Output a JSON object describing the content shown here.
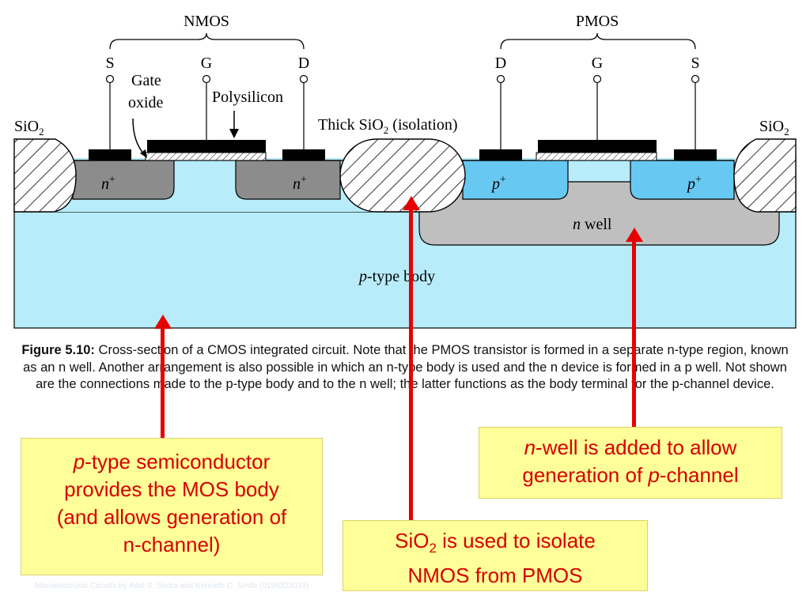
{
  "diagram": {
    "nmos_label": "NMOS",
    "pmos_label": "PMOS",
    "nmos_terminals": [
      "S",
      "G",
      "D"
    ],
    "pmos_terminals": [
      "D",
      "G",
      "S"
    ],
    "gate_oxide_line1": "Gate",
    "gate_oxide_line2": "oxide",
    "polysilicon_label": "Polysilicon",
    "sio2_left": "SiO",
    "sio2_right": "SiO",
    "sio2_subscript": "2",
    "thick_sio2_prefix": "Thick SiO",
    "thick_sio2_suffix": " (isolation)",
    "n_plus": "n",
    "p_plus": "p",
    "plus": "+",
    "n_well_n": "n",
    "n_well_rest": " well",
    "p_body_p": "p",
    "p_body_rest": "-type body",
    "colors": {
      "p_body": "#b8ecfa",
      "n_well": "#bfbfbf",
      "n_plus": "#8c8c8c",
      "p_plus": "#67c8f2",
      "metal": "#000000",
      "arrow": "#e60000",
      "callout_bg": "#ffff99",
      "callout_text": "#d60000"
    }
  },
  "caption": {
    "label": "Figure 5.10:",
    "text": "Cross-section of a CMOS integrated circuit. Note that the PMOS transistor is formed in a separate n-type region, known as an n well. Another arrangement is also possible in which an n-type body is used and the n device is formed in a p well. Not shown are the connections made to the p-type body and to the n well; the latter functions as the body terminal for the p-channel device."
  },
  "callouts": {
    "body": {
      "line1_italic": "p",
      "line1_rest": "-type semiconductor",
      "line2": "provides the MOS body",
      "line3": "(and allows generation of",
      "line4": "n-channel)"
    },
    "nwell": {
      "line1_italic": "n",
      "line1_rest": "-well is added to allow",
      "line2_start": "generation of ",
      "line2_italic": "p",
      "line2_end": "-channel"
    },
    "sio2": {
      "line1_start": "SiO",
      "line1_sub": "2",
      "line1_end": " is used to isolate",
      "line2": "NMOS from PMOS"
    }
  },
  "footer": "Microelectronic Circuits by Adel S. Sedra and Kenneth C. Smith (0195323033)"
}
